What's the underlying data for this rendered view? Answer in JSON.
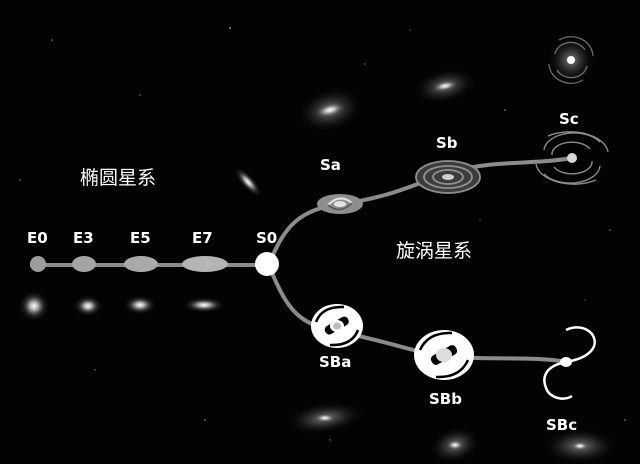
{
  "elliptical_group_label": "椭圆星系",
  "spiral_group_label": "旋涡星系",
  "types": {
    "e0": "E0",
    "e3": "E3",
    "e5": "E5",
    "e7": "E7",
    "s0": "S0",
    "sa": "Sa",
    "sb": "Sb",
    "sc": "Sc",
    "sba": "SBa",
    "sbb": "SBb",
    "sbc": "SBc"
  },
  "colors": {
    "background": "#030303",
    "track": "#8c8c8c",
    "node_fill": "#aaaaaa",
    "highlight": "#ffffff"
  }
}
